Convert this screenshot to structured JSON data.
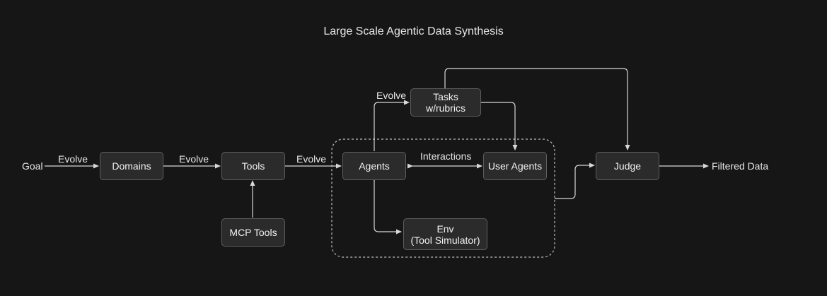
{
  "diagram": {
    "title": "Large Scale Agentic Data Synthesis",
    "nodes": {
      "domains": "Domains",
      "tools": "Tools",
      "mcp_tools": "MCP Tools",
      "agents": "Agents",
      "user_agents": "User Agents",
      "tasks_line1": "Tasks",
      "tasks_line2": "w/rubrics",
      "env_line1": "Env",
      "env_line2": "(Tool Simulator)",
      "judge": "Judge"
    },
    "labels": {
      "goal": "Goal",
      "evolve_goal_domains": "Evolve",
      "evolve_domains_tools": "Evolve",
      "evolve_tools_agents": "Evolve",
      "evolve_agents_tasks": "Evolve",
      "interactions": "Interactions",
      "filtered_data": "Filtered Data"
    },
    "colors": {
      "background": "#161616",
      "node_fill": "#2b2b2b",
      "node_border": "#5e5e5e",
      "edge": "#d8d8d8",
      "text": "#f2f2f2"
    }
  }
}
